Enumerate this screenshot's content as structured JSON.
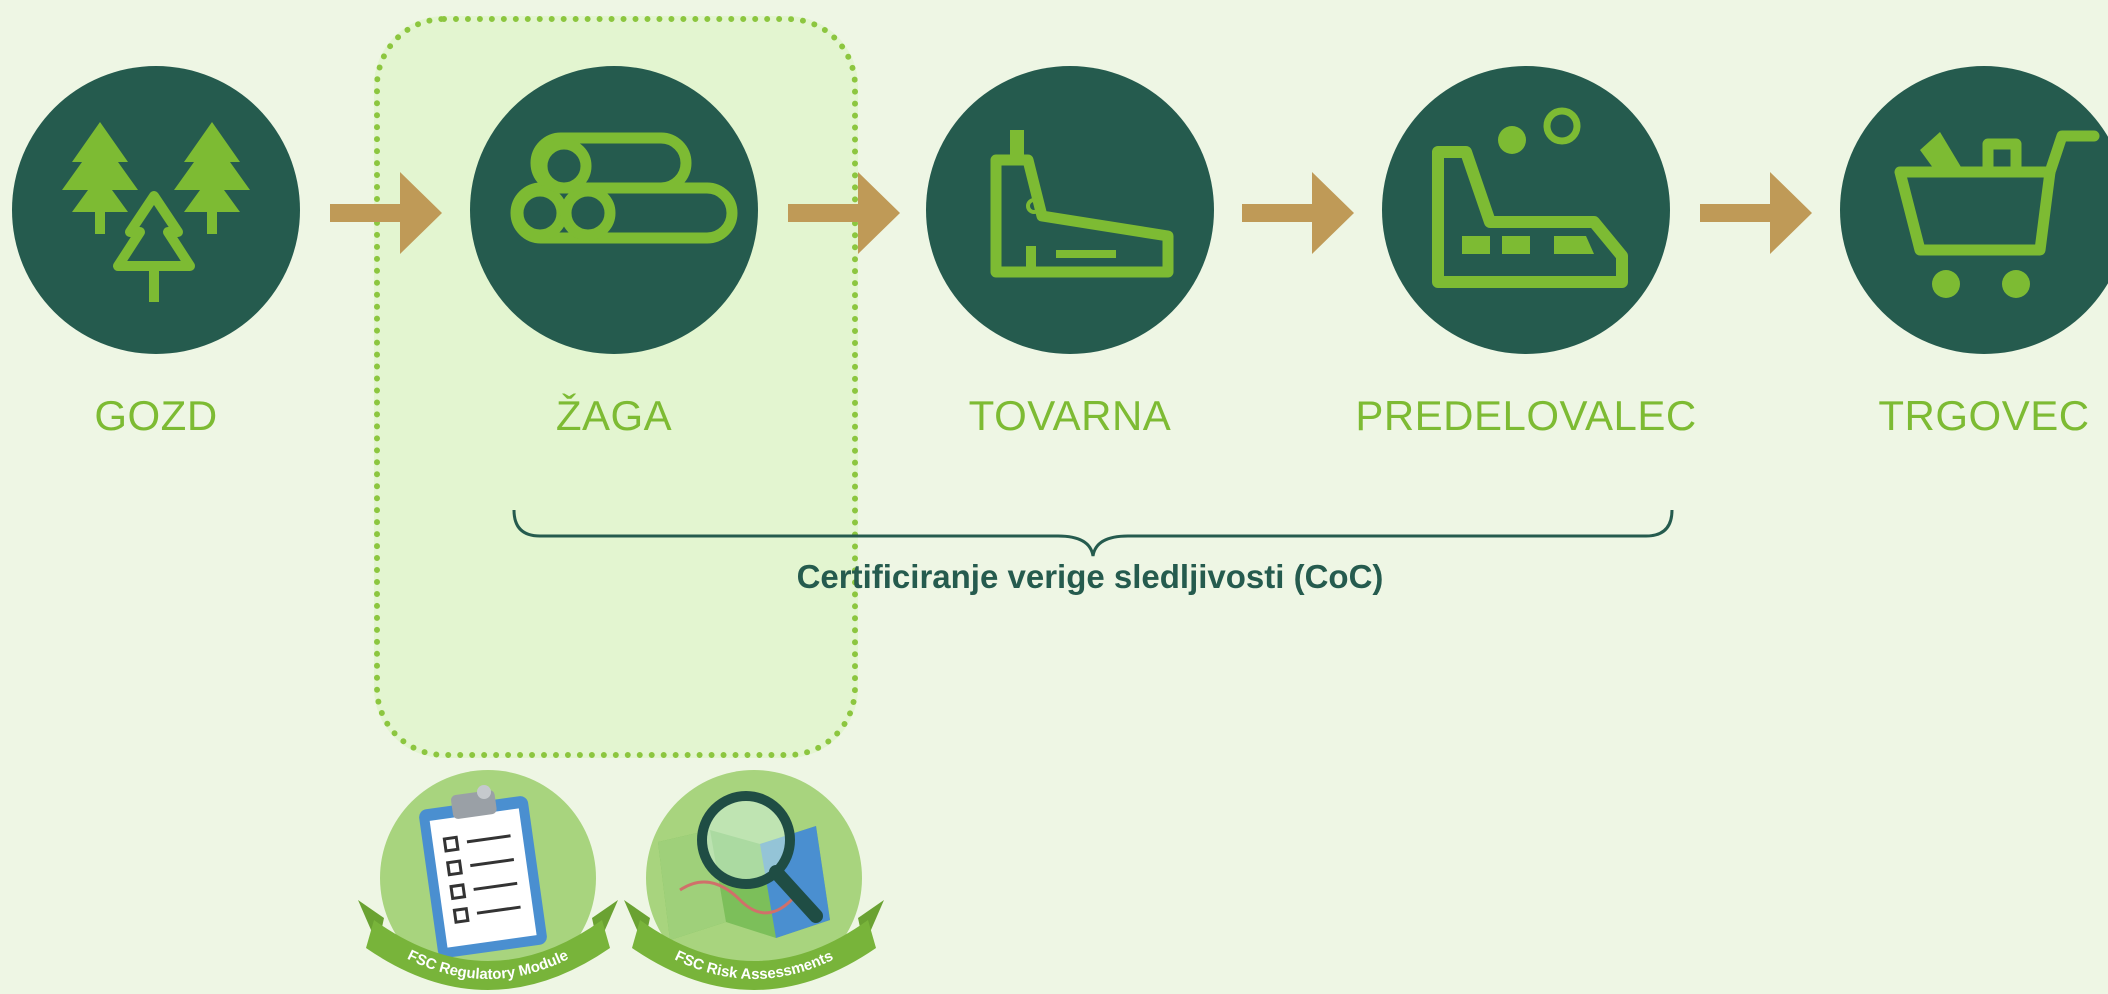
{
  "stages": [
    {
      "label": "GOZD",
      "icon": "trees-icon"
    },
    {
      "label": "ŽAGA",
      "icon": "logs-icon"
    },
    {
      "label": "TOVARNA",
      "icon": "factory-icon"
    },
    {
      "label": "PREDELOVALEC",
      "icon": "processing-plant-icon"
    },
    {
      "label": "TRGOVEC",
      "icon": "shopping-cart-icon"
    }
  ],
  "coc": {
    "label": "Certificiranje verige sledljivosti (CoC)"
  },
  "badges": {
    "regulatory": {
      "label": "FSC Regulatory Module",
      "icon": "clipboard-checklist-icon"
    },
    "risk": {
      "label": "FSC Risk Assessments",
      "icon": "magnifier-map-icon"
    }
  },
  "colors": {
    "background": "#eef6e4",
    "circle": "#255b4e",
    "icon_green": "#7dbb33",
    "arrow": "#bf9a57",
    "highlight_border": "#8cc63f",
    "highlight_fill": "#e3f5d0",
    "coc_text": "#255b4e"
  }
}
